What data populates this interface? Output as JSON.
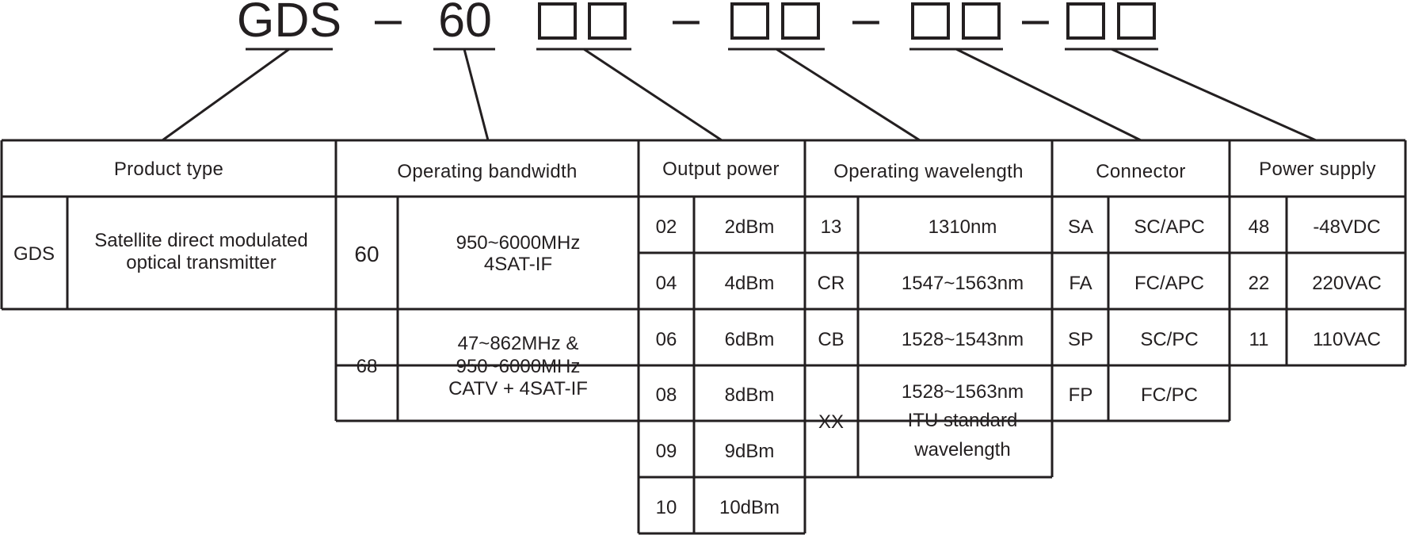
{
  "code_parts": {
    "prefix": "GDS",
    "dash": "–",
    "bandwidth": "60"
  },
  "sections": {
    "product_type": {
      "header": "Product type",
      "rows": [
        {
          "code": "GDS",
          "desc": [
            "Satellite direct modulated",
            "optical transmitter"
          ]
        }
      ]
    },
    "operating_bandwidth": {
      "header": "Operating bandwidth",
      "rows": [
        {
          "code": "60",
          "desc": [
            "950~6000MHz",
            "4SAT-IF"
          ]
        },
        {
          "code": "68",
          "desc": [
            "47~862MHz &",
            "950~6000MHz",
            "CATV + 4SAT-IF"
          ]
        }
      ]
    },
    "output_power": {
      "header": "Output power",
      "rows": [
        {
          "code": "02",
          "desc": [
            "2dBm"
          ]
        },
        {
          "code": "04",
          "desc": [
            "4dBm"
          ]
        },
        {
          "code": "06",
          "desc": [
            "6dBm"
          ]
        },
        {
          "code": "08",
          "desc": [
            "8dBm"
          ]
        },
        {
          "code": "09",
          "desc": [
            "9dBm"
          ]
        },
        {
          "code": "10",
          "desc": [
            "10dBm"
          ]
        }
      ]
    },
    "operating_wavelength": {
      "header": "Operating wavelength",
      "rows": [
        {
          "code": "13",
          "desc": [
            "1310nm"
          ]
        },
        {
          "code": "CR",
          "desc": [
            "1547~1563nm"
          ]
        },
        {
          "code": "CB",
          "desc": [
            "1528~1543nm"
          ]
        },
        {
          "code": "XX",
          "desc": [
            "1528~1563nm",
            "ITU standard",
            "wavelength"
          ]
        }
      ]
    },
    "connector": {
      "header": "Connector",
      "rows": [
        {
          "code": "SA",
          "desc": [
            "SC/APC"
          ]
        },
        {
          "code": "FA",
          "desc": [
            "FC/APC"
          ]
        },
        {
          "code": "SP",
          "desc": [
            "SC/PC"
          ]
        },
        {
          "code": "FP",
          "desc": [
            "FC/PC"
          ]
        }
      ]
    },
    "power_supply": {
      "header": "Power supply",
      "rows": [
        {
          "code": "48",
          "desc": [
            "-48VDC"
          ]
        },
        {
          "code": "22",
          "desc": [
            "220VAC"
          ]
        },
        {
          "code": "11",
          "desc": [
            "110VAC"
          ]
        }
      ]
    }
  },
  "colors": {
    "ink": "#231f20",
    "background": "#ffffff"
  }
}
